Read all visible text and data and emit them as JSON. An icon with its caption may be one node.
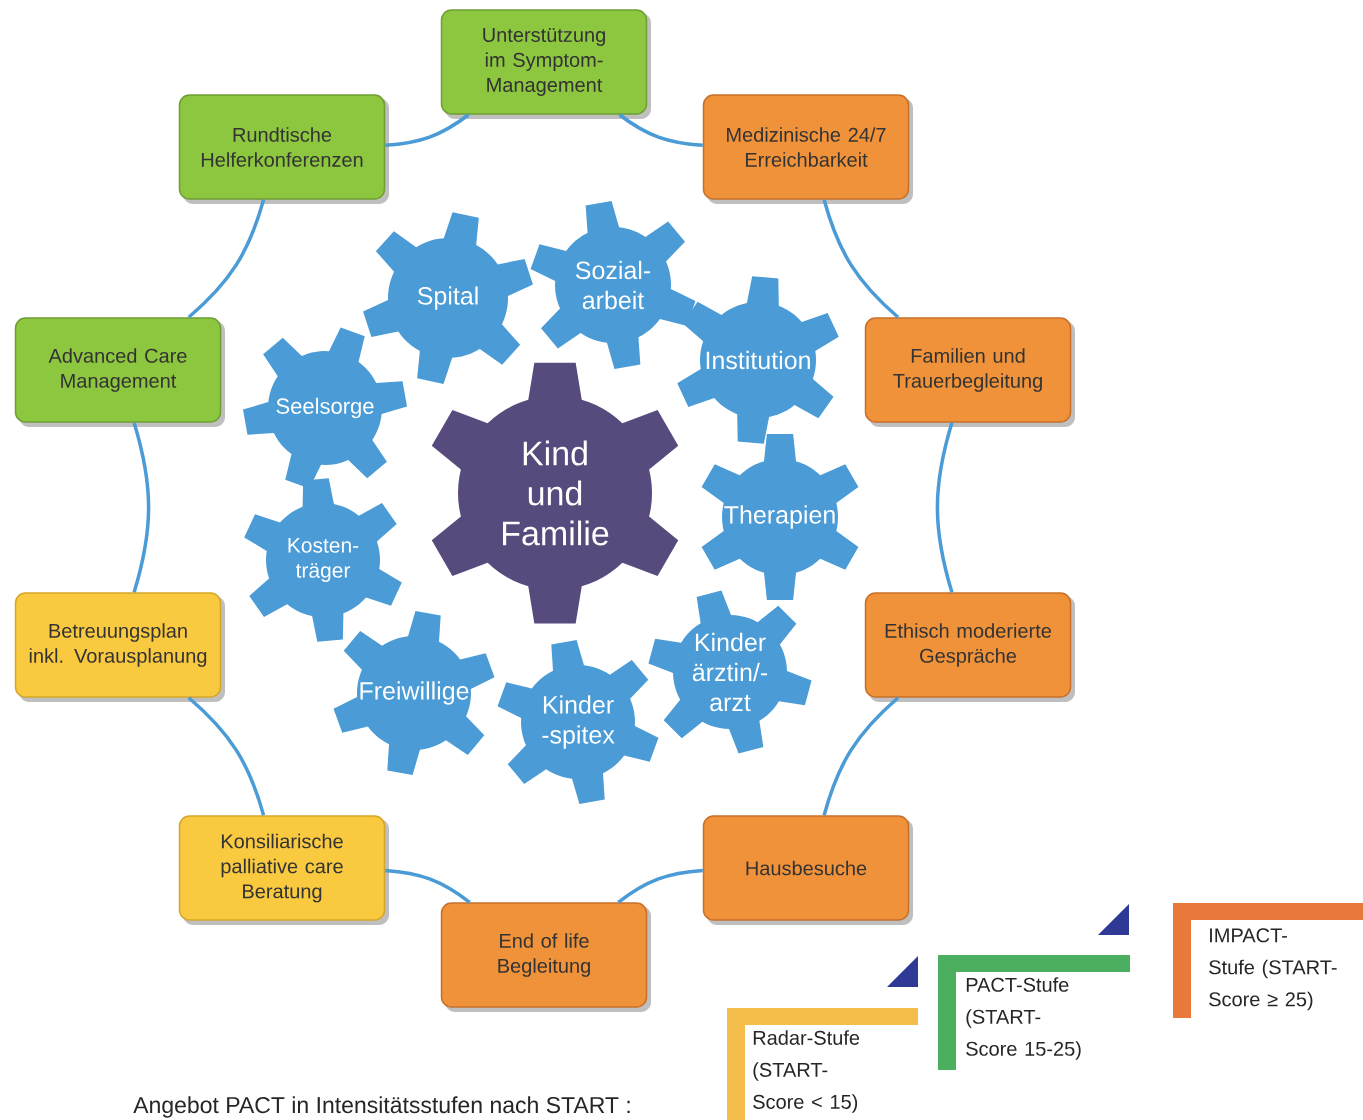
{
  "diagram": {
    "caption": "Angebot PACT in Intensitätsstufen nach START :",
    "nodes": [
      {
        "text": [
          "Unterstützung im Symptom- Management"
        ]
      },
      {
        "text": [
          "Medizinische 24/7 Erreichbarkeit"
        ]
      },
      {
        "text": [
          "Familien und Trauerbegleitung"
        ]
      },
      {
        "text": [
          "Ethisch moderierte Gespräche"
        ]
      },
      {
        "text": [
          "Hausbesuche"
        ]
      },
      {
        "text": [
          "End of life Begleitung"
        ]
      },
      {
        "text": [
          "Konsiliarische palliative care Beratung"
        ]
      },
      {
        "text": [
          "Betreuungsplan inkl. Vorausplanung"
        ]
      },
      {
        "text": [
          "Advanced Care Management"
        ]
      },
      {
        "text": [
          "Rundtische Helferkonferenzen"
        ]
      },
      {
        "text": [
          "Spital"
        ]
      },
      {
        "text": [
          "Sozial- arbeit"
        ]
      },
      {
        "text": [
          "Institution"
        ]
      },
      {
        "text": [
          "Seelsorge"
        ]
      },
      {
        "text": [
          "Kind und Familie"
        ]
      },
      {
        "text": [
          "Therapien"
        ]
      },
      {
        "text": [
          "Kosten- träger"
        ]
      },
      {
        "text": [
          "Kinder ärztin/- arzt"
        ]
      },
      {
        "text": [
          "Freiwillige"
        ]
      },
      {
        "text": [
          "Kinder -spitex"
        ]
      }
    ],
    "edges": [
      {
        "from": 0,
        "to": 1,
        "arrow": "none"
      },
      {
        "from": 1,
        "to": 2,
        "arrow": "none"
      },
      {
        "from": 2,
        "to": 3,
        "arrow": "none"
      },
      {
        "from": 3,
        "to": 4,
        "arrow": "none"
      },
      {
        "from": 4,
        "to": 5,
        "arrow": "none"
      },
      {
        "from": 5,
        "to": 6,
        "arrow": "none"
      },
      {
        "from": 6,
        "to": 7,
        "arrow": "none"
      },
      {
        "from": 7,
        "to": 8,
        "arrow": "none"
      },
      {
        "from": 8,
        "to": 9,
        "arrow": "none"
      },
      {
        "from": 9,
        "to": 0,
        "arrow": "none"
      }
    ],
    "legend": [
      {
        "text": "Radar-Stufe (START- Score < 15)",
        "color": "#f5be4a"
      },
      {
        "text": "PACT-Stufe (START- Score 15-25)",
        "color": "#4caf60"
      },
      {
        "text": "IMPACT-Stufe (START- Score ≥ 25)",
        "color": "#e8793a"
      }
    ]
  }
}
